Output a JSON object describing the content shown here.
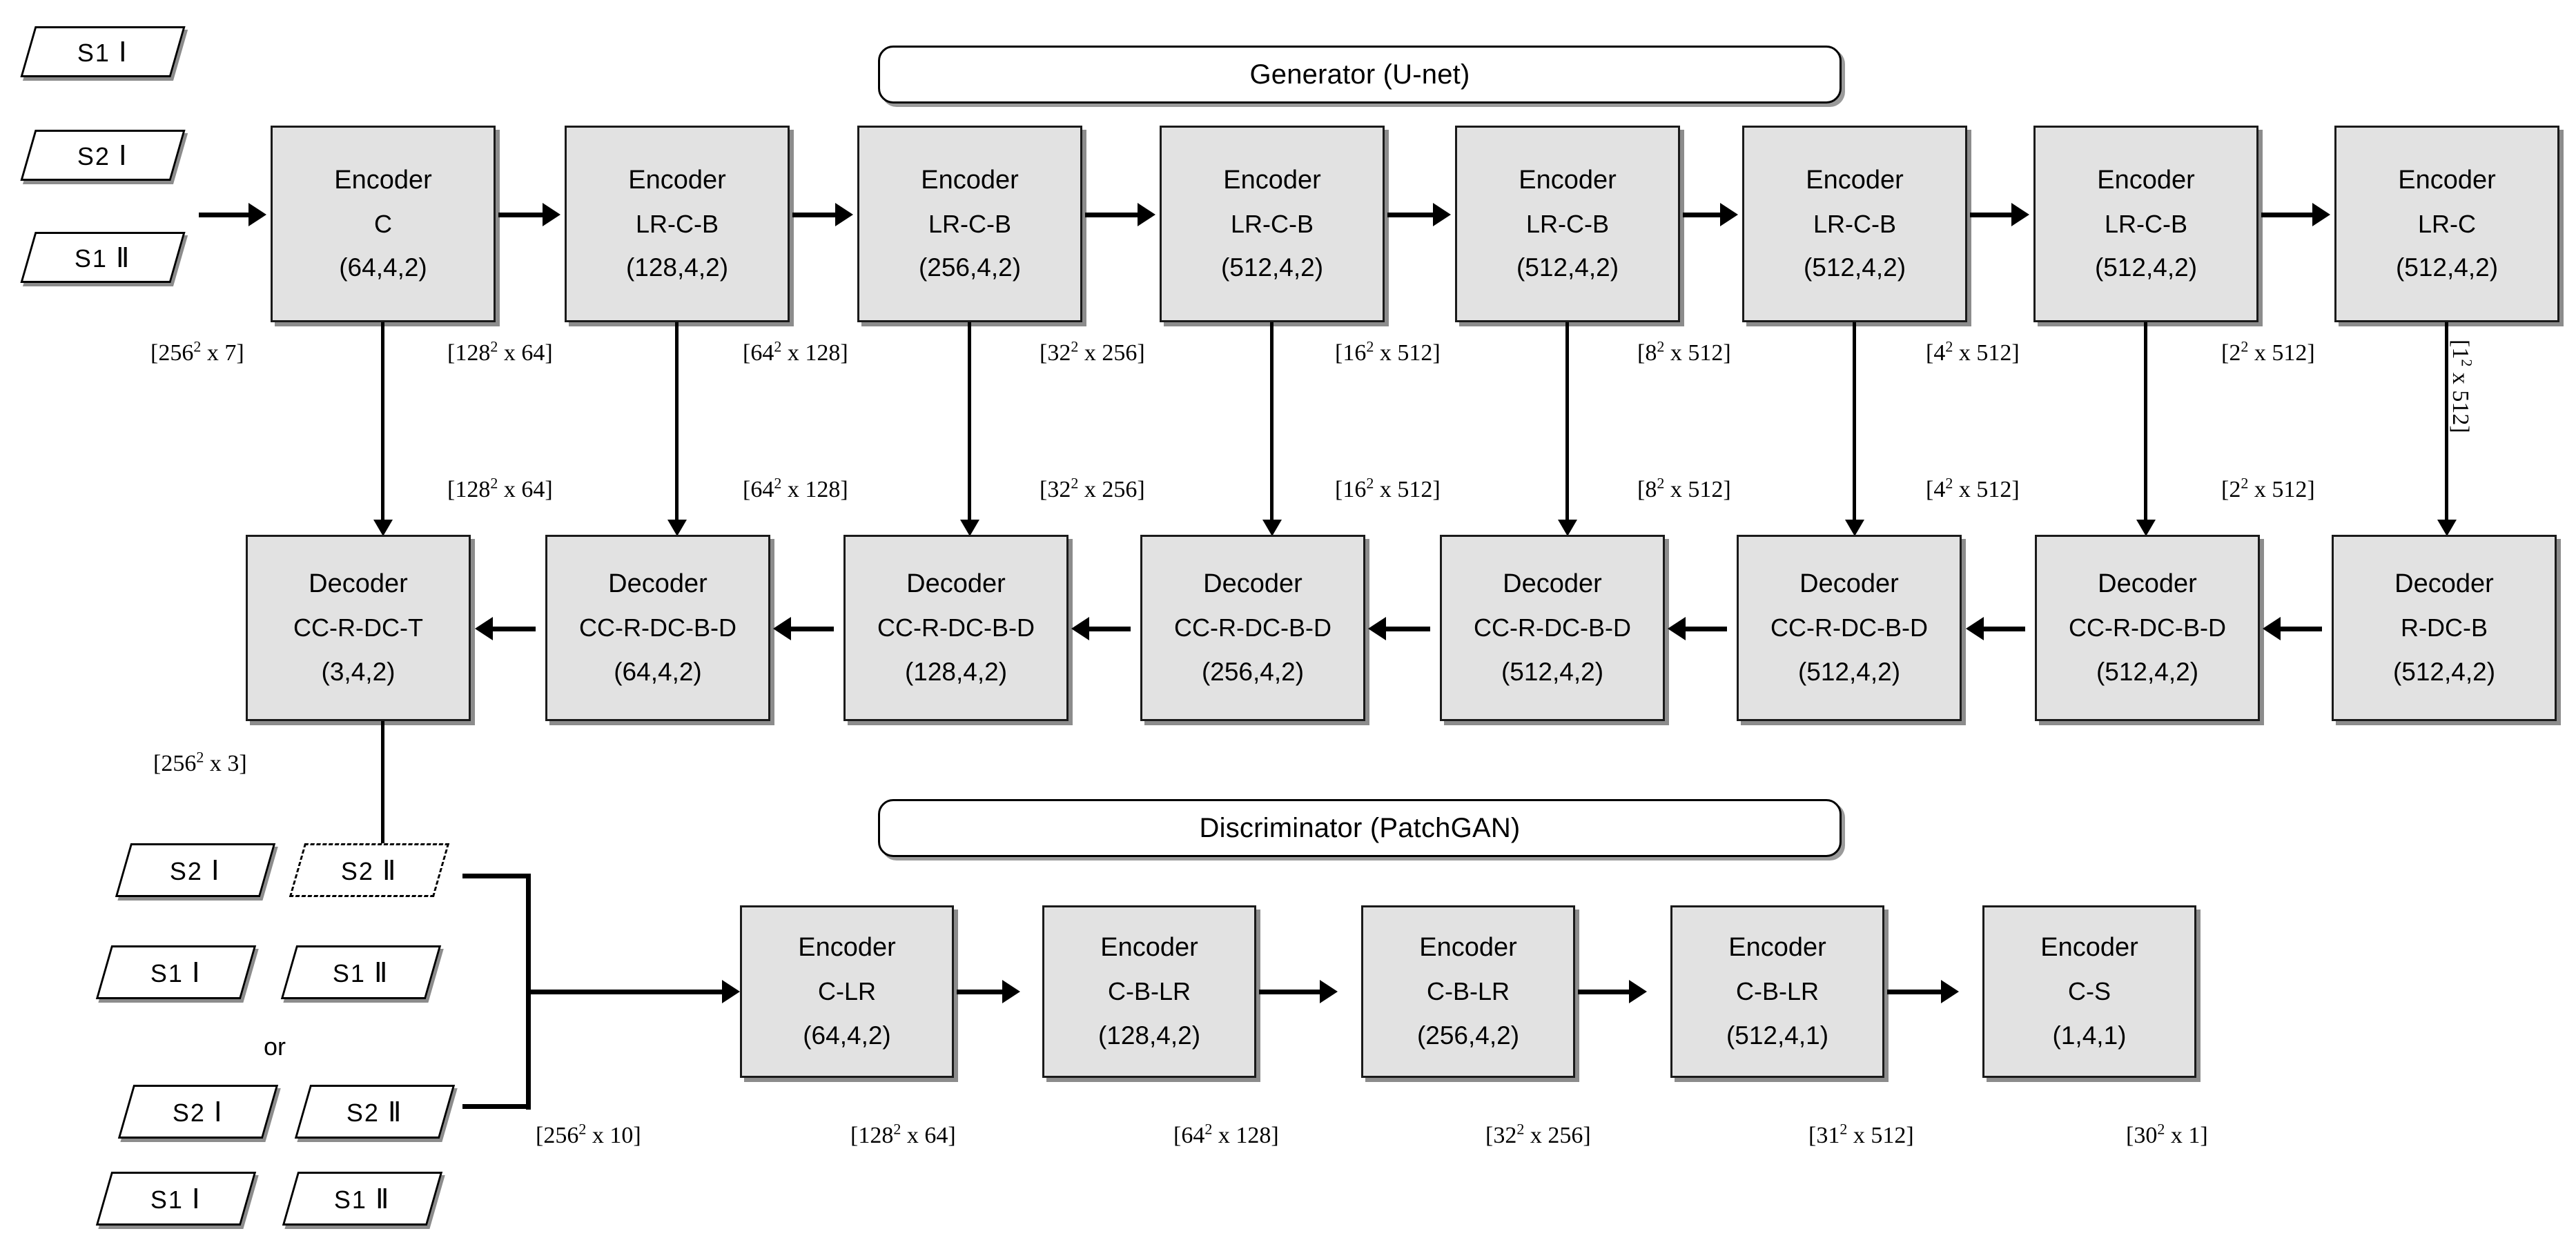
{
  "banners": {
    "generator": "Generator (U-net)",
    "discriminator": "Discriminator (PatchGAN)"
  },
  "generator_inputs": [
    {
      "id": "in-s1-I",
      "name": "S1",
      "numeral": "Ⅰ"
    },
    {
      "id": "in-s2-I",
      "name": "S2",
      "numeral": "Ⅰ"
    },
    {
      "id": "in-s1-II",
      "name": "S1",
      "numeral": "Ⅱ"
    }
  ],
  "encoders": [
    {
      "title": "Encoder",
      "ops": "C",
      "params": "(64,4,2)",
      "out": "[128² x 64]"
    },
    {
      "title": "Encoder",
      "ops": "LR-C-B",
      "params": "(128,4,2)",
      "out": "[64² x 128]"
    },
    {
      "title": "Encoder",
      "ops": "LR-C-B",
      "params": "(256,4,2)",
      "out": "[32² x 256]"
    },
    {
      "title": "Encoder",
      "ops": "LR-C-B",
      "params": "(512,4,2)",
      "out": "[16² x 512]"
    },
    {
      "title": "Encoder",
      "ops": "LR-C-B",
      "params": "(512,4,2)",
      "out": "[8² x 512]"
    },
    {
      "title": "Encoder",
      "ops": "LR-C-B",
      "params": "(512,4,2)",
      "out": "[4² x 512]"
    },
    {
      "title": "Encoder",
      "ops": "LR-C-B",
      "params": "(512,4,2)",
      "out": "[2² x 512]"
    },
    {
      "title": "Encoder",
      "ops": "LR-C",
      "params": "(512,4,2)",
      "out": "[1² x 512]"
    }
  ],
  "encoder_input_dim": "[256² x 7]",
  "skip_dims": [
    "[128² x 64]",
    "[64² x 128]",
    "[32² x 256]",
    "[16² x 512]",
    "[8² x 512]",
    "[4² x 512]",
    "[2² x 512]",
    "[1² x 512]"
  ],
  "decoders": [
    {
      "title": "Decoder",
      "ops": "CC-R-DC-T",
      "params": "(3,4,2)"
    },
    {
      "title": "Decoder",
      "ops": "CC-R-DC-B-D",
      "params": "(64,4,2)"
    },
    {
      "title": "Decoder",
      "ops": "CC-R-DC-B-D",
      "params": "(128,4,2)"
    },
    {
      "title": "Decoder",
      "ops": "CC-R-DC-B-D",
      "params": "(256,4,2)"
    },
    {
      "title": "Decoder",
      "ops": "CC-R-DC-B-D",
      "params": "(512,4,2)"
    },
    {
      "title": "Decoder",
      "ops": "CC-R-DC-B-D",
      "params": "(512,4,2)"
    },
    {
      "title": "Decoder",
      "ops": "CC-R-DC-B-D",
      "params": "(512,4,2)"
    },
    {
      "title": "Decoder",
      "ops": "R-DC-B",
      "params": "(512,4,2)"
    }
  ],
  "generator_output_dim": "[256² x 3]",
  "discriminator_inputs": {
    "or_label": "or",
    "option_a": [
      {
        "id": "da-s2-I",
        "name": "S2",
        "numeral": "Ⅰ",
        "dashed": false
      },
      {
        "id": "da-s2-II",
        "name": "S2",
        "numeral": "Ⅱ",
        "dashed": true
      },
      {
        "id": "da-s1-I",
        "name": "S1",
        "numeral": "Ⅰ",
        "dashed": false
      },
      {
        "id": "da-s1-II",
        "name": "S1",
        "numeral": "Ⅱ",
        "dashed": false
      }
    ],
    "option_b": [
      {
        "id": "db-s2-I",
        "name": "S2",
        "numeral": "Ⅰ",
        "dashed": false
      },
      {
        "id": "db-s2-II",
        "name": "S2",
        "numeral": "Ⅱ",
        "dashed": false
      },
      {
        "id": "db-s1-I",
        "name": "S1",
        "numeral": "Ⅰ",
        "dashed": false
      },
      {
        "id": "db-s1-II",
        "name": "S1",
        "numeral": "Ⅱ",
        "dashed": false
      }
    ]
  },
  "discriminator_input_dim": "[256² x 10]",
  "discriminator_blocks": [
    {
      "title": "Encoder",
      "ops": "C-LR",
      "params": "(64,4,2)",
      "out": "[128² x 64]"
    },
    {
      "title": "Encoder",
      "ops": "C-B-LR",
      "params": "(128,4,2)",
      "out": "[64² x 128]"
    },
    {
      "title": "Encoder",
      "ops": "C-B-LR",
      "params": "(256,4,2)",
      "out": "[32² x 256]"
    },
    {
      "title": "Encoder",
      "ops": "C-B-LR",
      "params": "(512,4,1)",
      "out": "[31² x 512]"
    },
    {
      "title": "Encoder",
      "ops": "C-S",
      "params": "(1,4,1)",
      "out": "[30² x 1]"
    }
  ],
  "colors": {
    "block_fill": "#e2e2e2",
    "block_border": "#1a1a1a",
    "shadow": "#8c8c8c",
    "line": "#000000",
    "background": "#ffffff"
  }
}
